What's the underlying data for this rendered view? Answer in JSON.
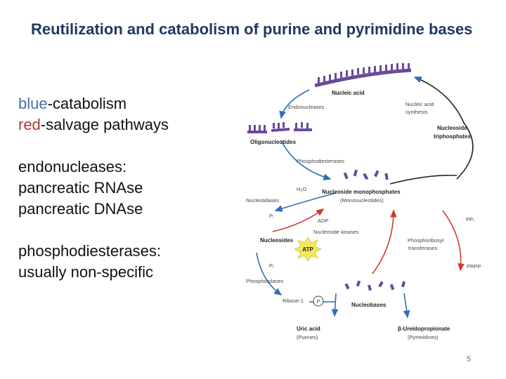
{
  "title": "Reutilization and catabolism of purine and pyrimidine bases",
  "bullets": {
    "legend_blue_word": "blue",
    "legend_blue_rest": "-catabolism",
    "legend_red_word": "red",
    "legend_red_rest": "-salvage pathways",
    "endo_heading": "endonucleases:",
    "endo_item1": "pancreatic RNAse",
    "endo_item2": "pancreatic DNAse",
    "phospho_heading": "phosphodiesterases:",
    "phospho_item1": "usually non-specific"
  },
  "diagram": {
    "nucleic_acid": "Nucleic acid",
    "endonucleases": "Endonucleases",
    "nucleic_acid_synthesis_1": "Nucleic acid",
    "nucleic_acid_synthesis_2": "synthesis",
    "oligonucleotides": "Oligonucleotides",
    "nucleoside_triphosphates_1": "Nucleoside",
    "nucleoside_triphosphates_2": "triphosphates",
    "phosphodiesterases": "Phosphodiesterases",
    "h2o": "H₂O",
    "nucleoside_monophosphates": "Nucleoside monophosphates",
    "mononucleotides": "(Mononucleotides)",
    "nucleotidases": "Nucleotidases",
    "p_i_1": "Pᵢ",
    "adp": "ADP",
    "ppi": "PPᵢ",
    "nucleoside_kinases": "Nucleoside kinases",
    "nucleosides": "Nucleosides",
    "atp": "ATP",
    "phosphoribosyl_1": "Phosphoribosyl",
    "phosphoribosyl_2": "transferases",
    "p_i_2": "Pᵢ",
    "prpp": "PRPP",
    "phosphorylases": "Phosphorylases",
    "ribose": "Ribose-1",
    "p_circle": "P",
    "nucleobases": "Nucleobases",
    "uric_acid": "Uric acid",
    "purines": "(Purines)",
    "ureidopropionate": "β-Ureidopropionate",
    "pyrimidines": "(Pyrimidines)"
  },
  "slide_number": "5",
  "colors": {
    "title": "#1f3864",
    "blue_word": "#4a6fa5",
    "red_word": "#b33a2a",
    "catabolism_arrow": "#2f6db5",
    "salvage_arrow": "#d23a2e",
    "nucleotide_purple": "#6a4a9a",
    "atp_star": "#f3e85a"
  }
}
